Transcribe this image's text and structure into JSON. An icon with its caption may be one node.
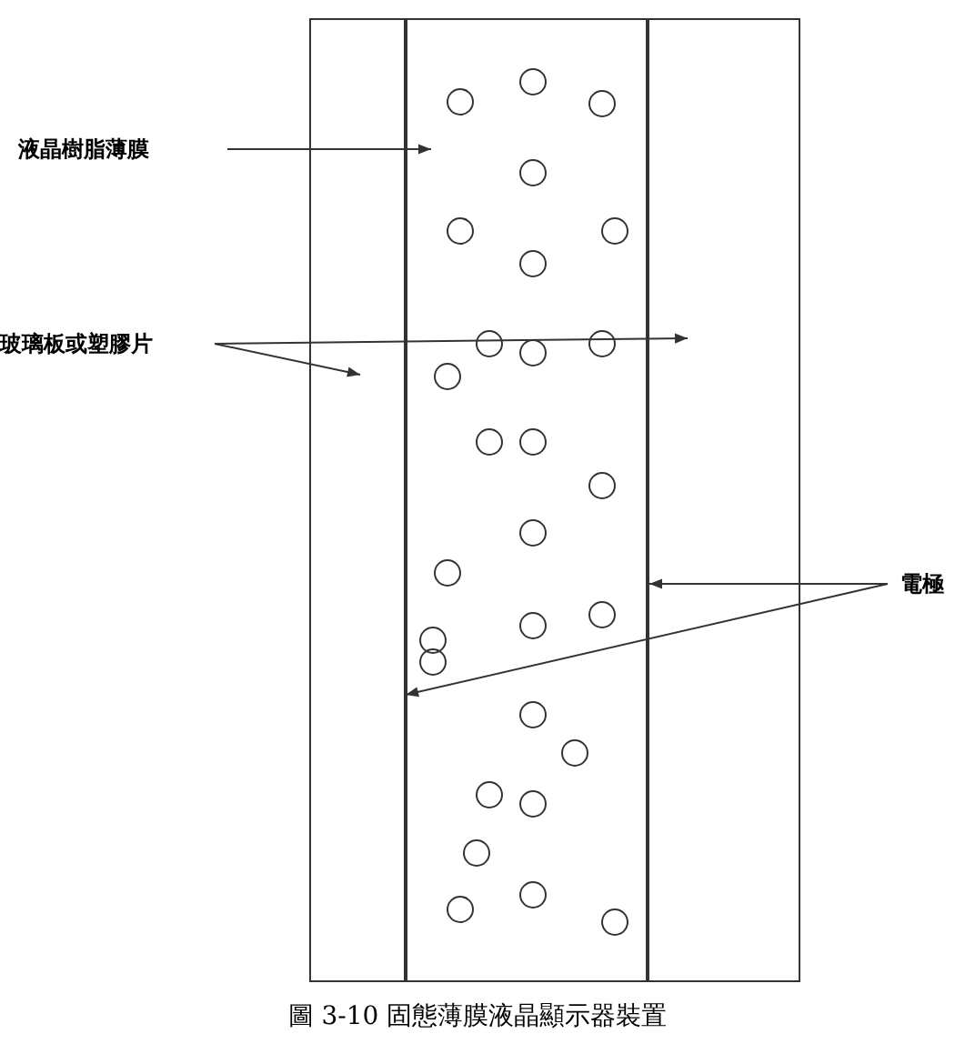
{
  "diagram": {
    "caption": "圖 3-10 固態薄膜液晶顯示器裝置",
    "nodes": [
      {
        "text": [
          "液晶樹脂薄膜"
        ]
      },
      {
        "text": [
          "玻璃板或塑膠片"
        ]
      },
      {
        "text": [
          "電極"
        ]
      },
      {
        "text": [],
        "shape": "box"
      },
      {
        "text": [],
        "shape": "box"
      },
      {
        "text": [],
        "shape": "box"
      },
      {
        "text": [],
        "shape": "bar"
      },
      {
        "text": [],
        "shape": "bar"
      }
    ],
    "edges": [
      {
        "from": 0,
        "to": 4,
        "arrow": "to"
      },
      {
        "from": 1,
        "to": 3,
        "arrow": "to"
      },
      {
        "from": 1,
        "to": 5,
        "arrow": "to"
      },
      {
        "from": 2,
        "to": 7,
        "arrow": "to"
      },
      {
        "from": 2,
        "to": 6,
        "arrow": "to"
      }
    ]
  }
}
